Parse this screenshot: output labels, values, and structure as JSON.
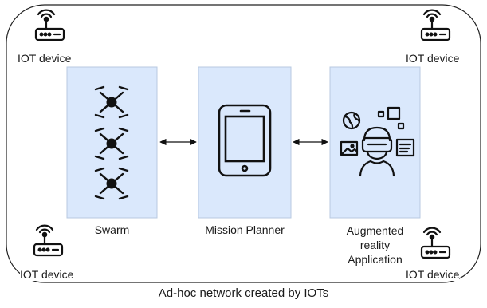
{
  "diagram": {
    "network_caption": "Ad-hoc network created by IOTs",
    "iot_devices": [
      {
        "id": "iot-top-left",
        "label": "IOT device"
      },
      {
        "id": "iot-top-right",
        "label": "IOT device"
      },
      {
        "id": "iot-bottom-left",
        "label": "IOT device"
      },
      {
        "id": "iot-bottom-right",
        "label": "IOT device"
      }
    ],
    "panels": [
      {
        "id": "swarm",
        "label": "Swarm",
        "icon": "drone-icon"
      },
      {
        "id": "mission-planner",
        "label": "Mission Planner",
        "icon": "tablet-icon"
      },
      {
        "id": "ar-application",
        "label_lines": [
          "Augmented",
          "reality",
          "Application"
        ],
        "icon": "ar-user-icon"
      }
    ],
    "connections": [
      {
        "from": "swarm",
        "to": "mission-planner",
        "type": "bidirectional"
      },
      {
        "from": "mission-planner",
        "to": "ar-application",
        "type": "bidirectional"
      }
    ],
    "colors": {
      "panel_fill": "#dae8fc",
      "panel_stroke": "#b8c9e0",
      "outline": "#222222",
      "icon": "#111111"
    }
  }
}
